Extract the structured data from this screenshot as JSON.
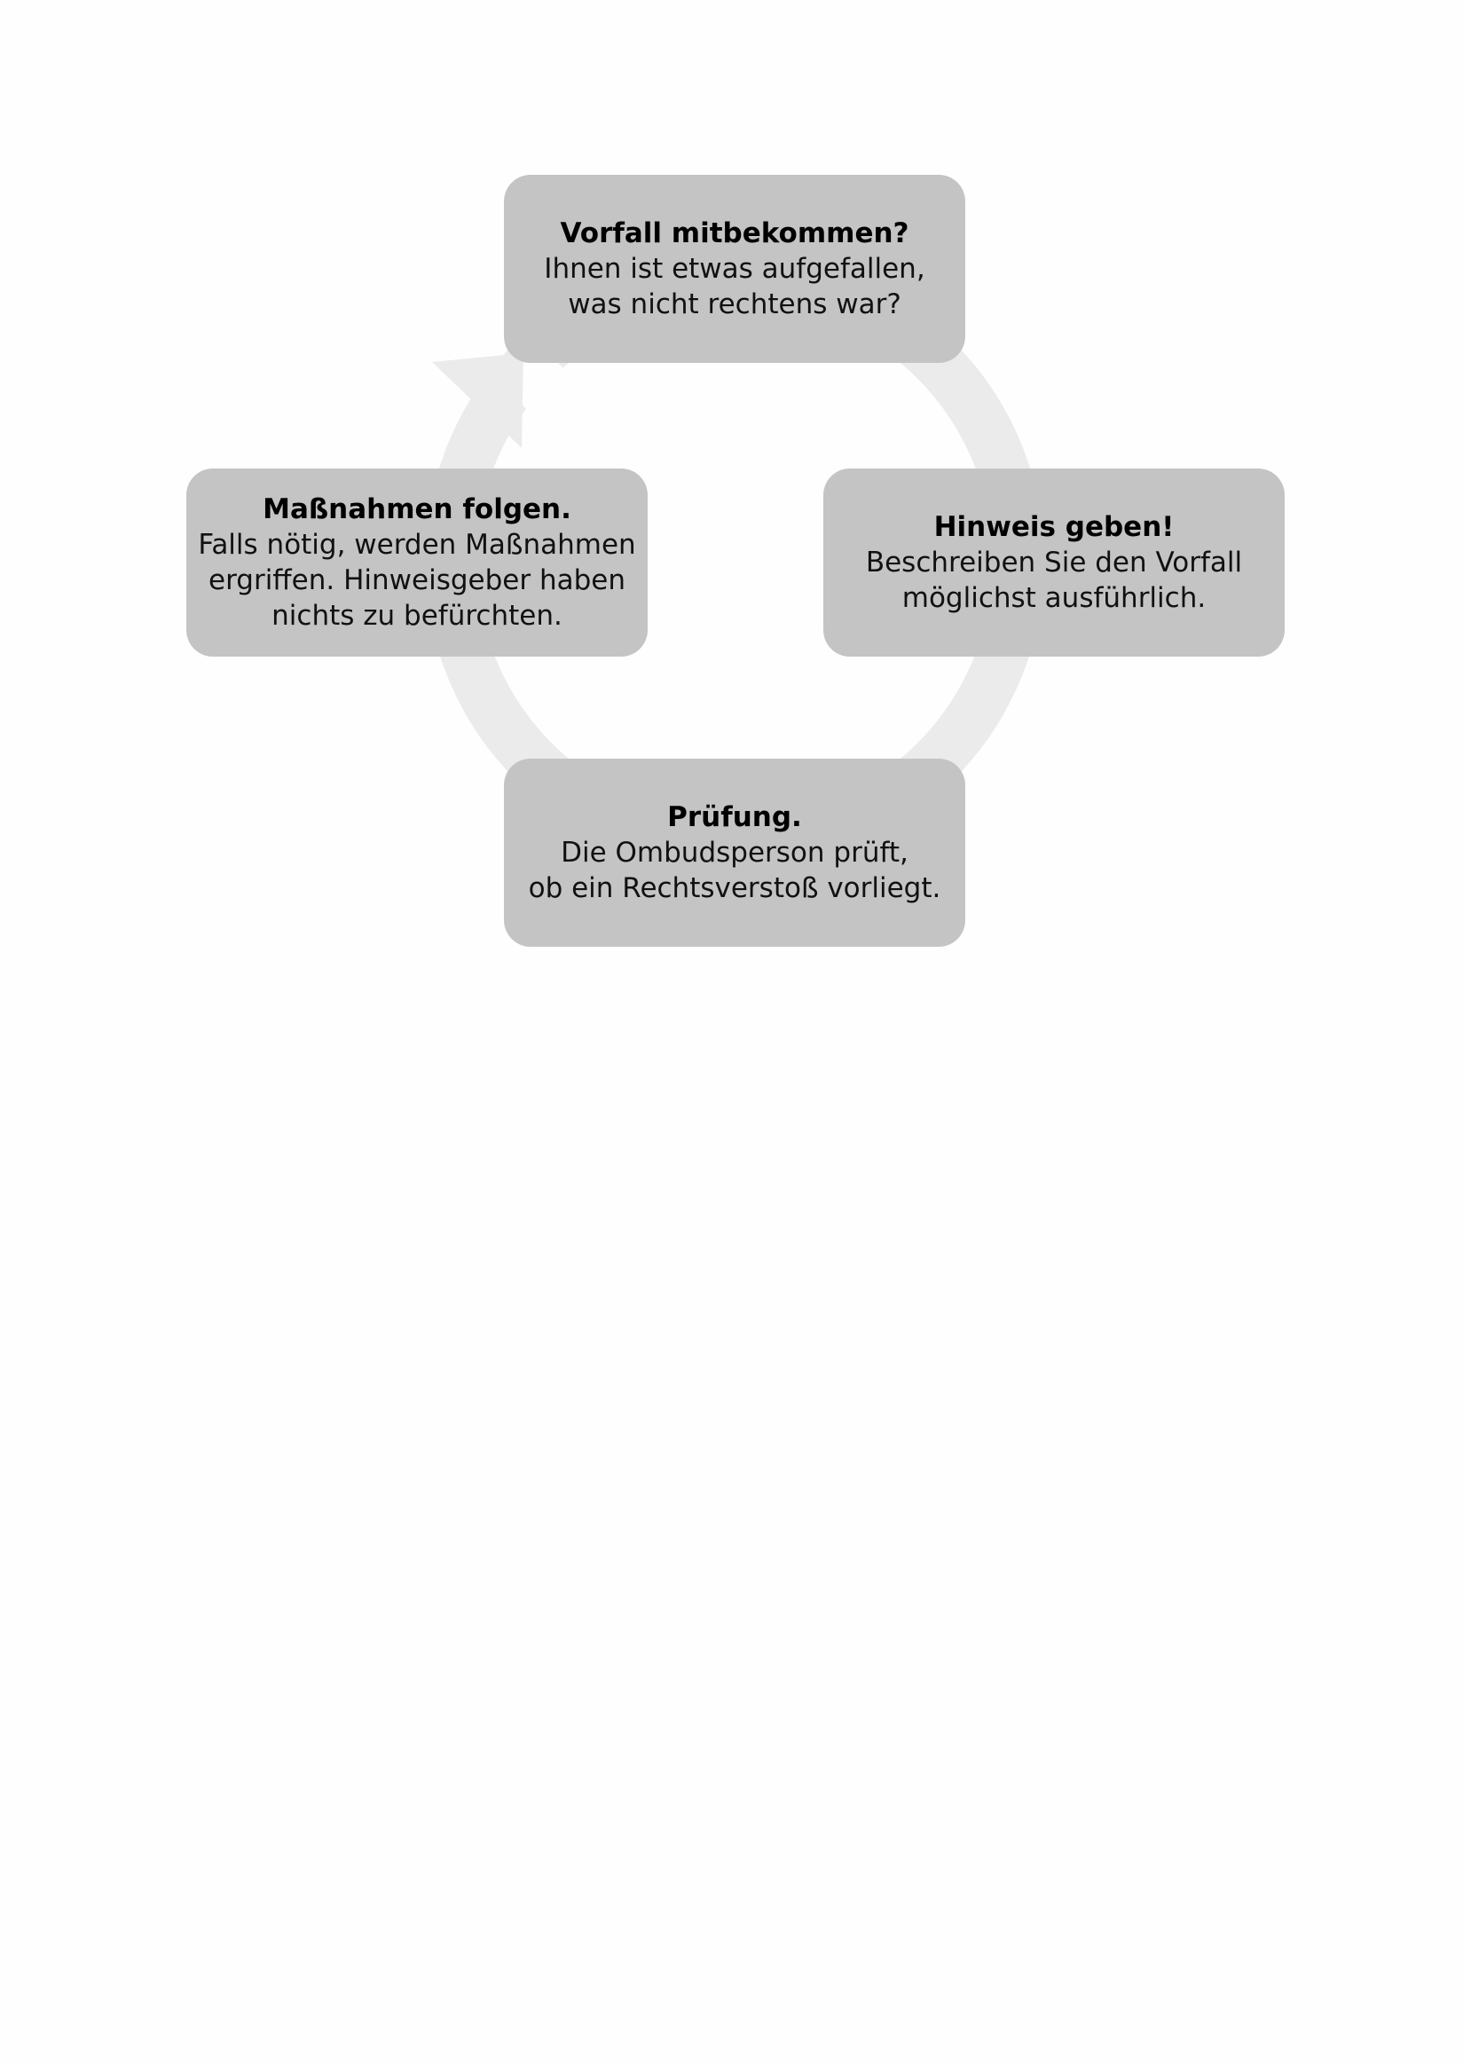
{
  "diagram": {
    "type": "cycle",
    "colors": {
      "box_fill": "#c4c4c4",
      "ring": "#ebebeb",
      "text": "#111111",
      "background": "#fefefe"
    },
    "steps": [
      {
        "title": "Vorfall mitbekommen?",
        "lines": [
          "Ihnen ist etwas aufgefallen,",
          "was nicht rechtens war?"
        ]
      },
      {
        "title": "Hinweis geben!",
        "lines": [
          "Beschreiben Sie den Vorfall",
          "möglichst ausführlich."
        ]
      },
      {
        "title": "Prüfung.",
        "lines": [
          "Die Ombudsperson prüft,",
          "ob ein Rechtsverstoß vorliegt."
        ]
      },
      {
        "title": "Maßnahmen folgen.",
        "lines": [
          "Falls nötig, werden Maßnahmen",
          "ergriffen. Hinweisgeber haben",
          "nichts zu befürchten."
        ]
      }
    ]
  }
}
